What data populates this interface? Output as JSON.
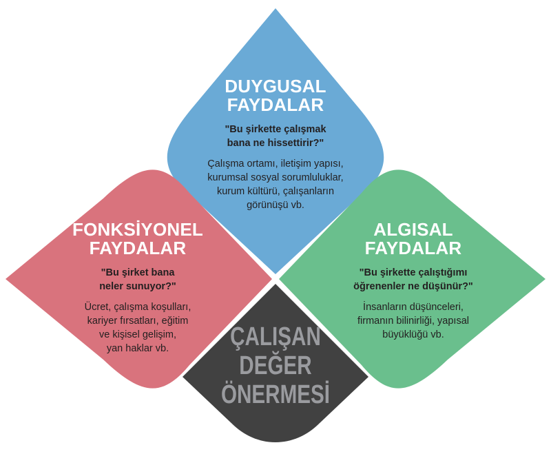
{
  "colors": {
    "emotional": "#6aaad6",
    "functional": "#d9737d",
    "perceptual": "#6abf8d",
    "core": "#414141",
    "core_text": "#9a9b9f"
  },
  "emotional": {
    "title": [
      "DUYGUSAL",
      "FAYDALAR"
    ],
    "quote": [
      "\"Bu şirkette çalışmak",
      "bana ne hissettirir?\""
    ],
    "body": [
      "Çalışma ortamı, iletişim yapısı,",
      "kurumsal sosyal sorumluluklar,",
      "kurum kültürü, çalışanların",
      "görünüşü vb."
    ]
  },
  "functional": {
    "title": [
      "FONKSİYONEL",
      "FAYDALAR"
    ],
    "quote": [
      "\"Bu şirket bana",
      "neler sunuyor?\""
    ],
    "body": [
      "Ücret, çalışma koşulları,",
      "kariyer fırsatları, eğitim",
      "ve kişisel gelişim,",
      "yan haklar vb."
    ]
  },
  "perceptual": {
    "title": [
      "ALGISAL",
      "FAYDALAR"
    ],
    "quote": [
      "\"Bu şirkette çalıştığımı",
      "öğrenenler ne düşünür?\""
    ],
    "body": [
      "İnsanların düşünceleri,",
      "firmanın bilinirliği, yapısal",
      "büyüklüğü vb."
    ]
  },
  "core": {
    "title": [
      "ÇALIŞAN",
      "DEĞER",
      "ÖNERMESİ"
    ]
  }
}
